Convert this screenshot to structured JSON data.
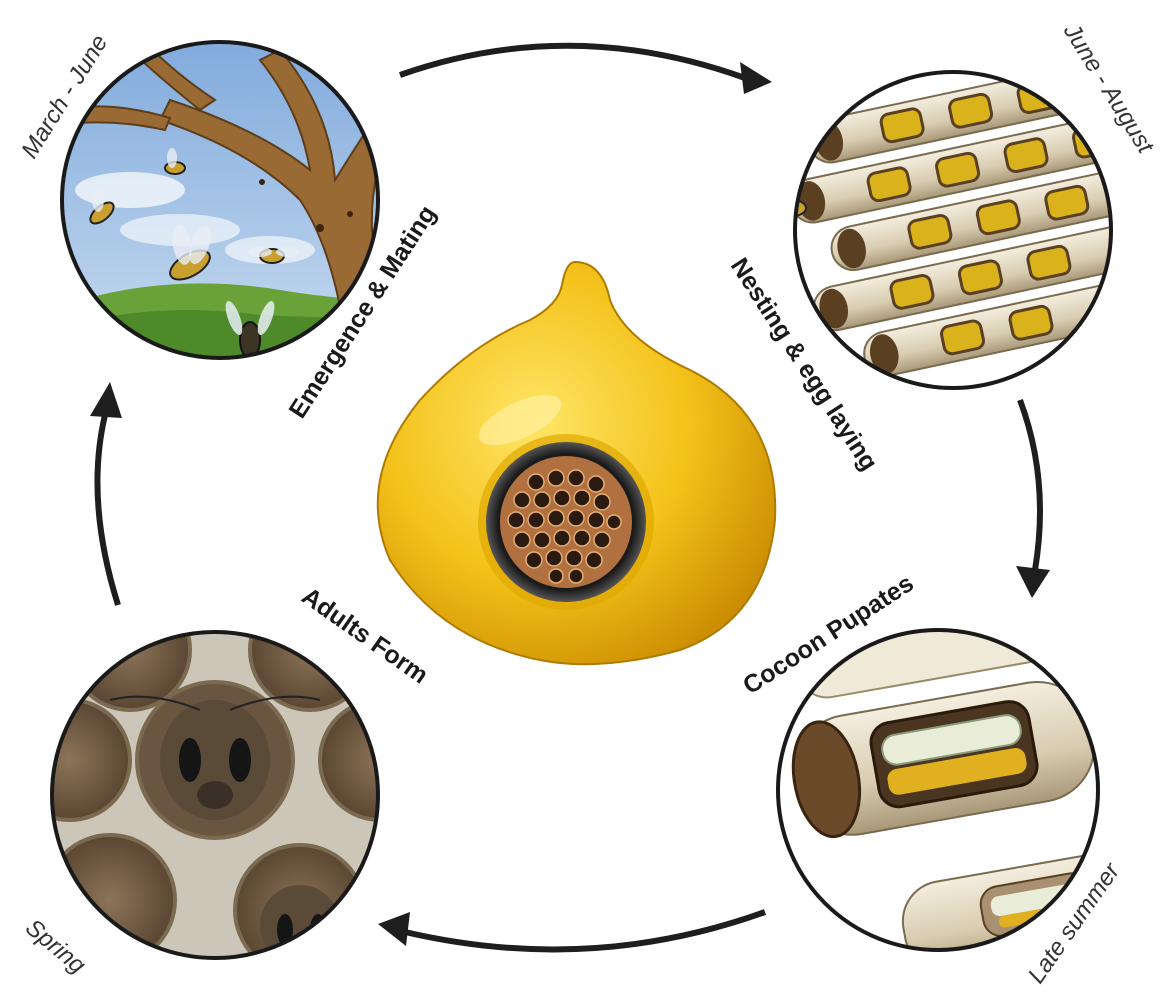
{
  "stages": {
    "emergence": {
      "label": "Emergence & Mating",
      "season": "March - June"
    },
    "nesting": {
      "label": "Nesting & egg laying",
      "season": "June - August"
    },
    "cocoon": {
      "label": "Cocoon Pupates",
      "season": "Late summer"
    },
    "adults": {
      "label": "Adults Form",
      "season": "Spring"
    }
  },
  "colors": {
    "arrow": "#1e1e1e",
    "house_yellow": "#f3c21a",
    "sky": "#a9c8ea",
    "grass": "#6aa23a",
    "trunk": "#9a6a35",
    "tube": "#e6dcc4",
    "circle_border": "#1a1a1a"
  },
  "center_object": {
    "icon": "bee-house-icon"
  }
}
